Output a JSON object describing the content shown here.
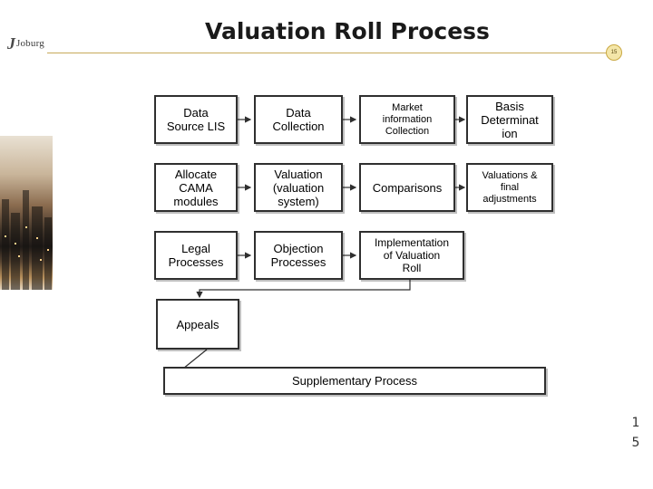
{
  "header": {
    "logo_text": "Joburg",
    "title": "Valuation Roll Process",
    "page_badge": "15"
  },
  "diagram": {
    "row1": [
      "Data\nSource LIS",
      "Data\nCollection",
      "Market\ninformation\nCollection",
      "Basis\nDeterminat\nion"
    ],
    "row2": [
      "Allocate\nCAMA\nmodules",
      "Valuation\n(valuation\nsystem)",
      "Comparisons",
      "Valuations &\nfinal\nadjustments"
    ],
    "row3": [
      "Legal\nProcesses",
      "Objection\nProcesses",
      "Implementation\nof Valuation\nRoll"
    ],
    "appeals": "Appeals",
    "supplementary": "Supplementary Process"
  },
  "footer": {
    "slide_number_line1": "1",
    "slide_number_line2": "5"
  },
  "colors": {
    "title_rule": "#c7a95a",
    "box_border": "#2f2f2f"
  }
}
